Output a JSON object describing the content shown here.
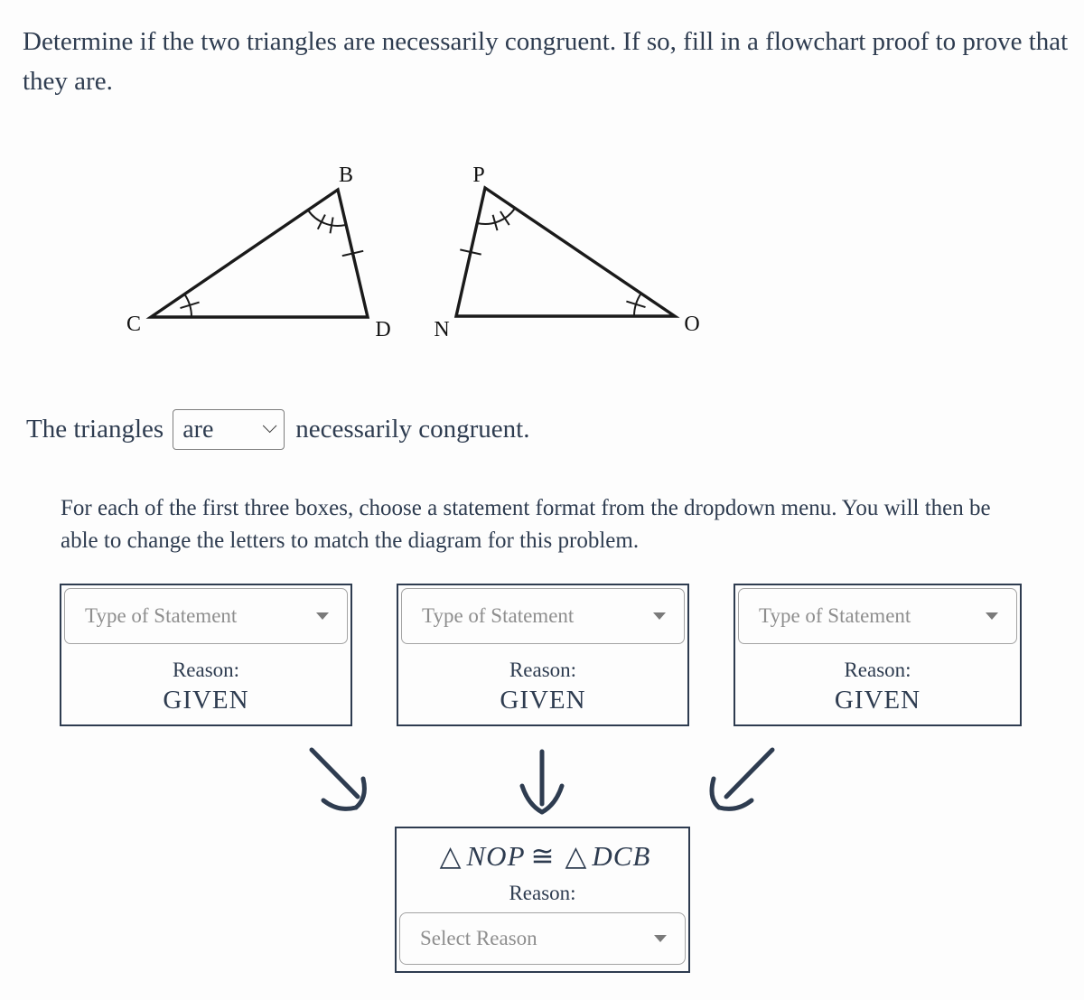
{
  "title": "Determine if the two triangles are necessarily congruent. If so, fill in a flowchart proof to prove that they are.",
  "diagram": {
    "left_triangle": {
      "labels": {
        "top": "B",
        "bottom_left": "C",
        "bottom_right": "D"
      }
    },
    "right_triangle": {
      "labels": {
        "top": "P",
        "bottom_left": "N",
        "bottom_right": "O"
      }
    }
  },
  "sentence": {
    "prefix": "The triangles",
    "dropdown_value": "are",
    "suffix": "necessarily congruent."
  },
  "instructions": "For each of the first three boxes, choose a statement format from the dropdown menu. You will then be able to change the letters to match the diagram for this problem.",
  "statement_boxes": [
    {
      "dropdown_placeholder": "Type of Statement",
      "reason_label": "Reason:",
      "reason": "GIVEN"
    },
    {
      "dropdown_placeholder": "Type of Statement",
      "reason_label": "Reason:",
      "reason": "GIVEN"
    },
    {
      "dropdown_placeholder": "Type of Statement",
      "reason_label": "Reason:",
      "reason": "GIVEN"
    }
  ],
  "conclusion": {
    "triangle_symbol": "△",
    "left_name": "NOP",
    "congruent_symbol": "≅",
    "right_name": "DCB",
    "reason_label": "Reason:",
    "dropdown_placeholder": "Select Reason"
  },
  "colors": {
    "text_navy": "#2e3c50",
    "triangle_black": "#1a1a1a",
    "placeholder_gray": "#8e8e8e",
    "dropdown_border_gray": "#a3a3a3"
  }
}
